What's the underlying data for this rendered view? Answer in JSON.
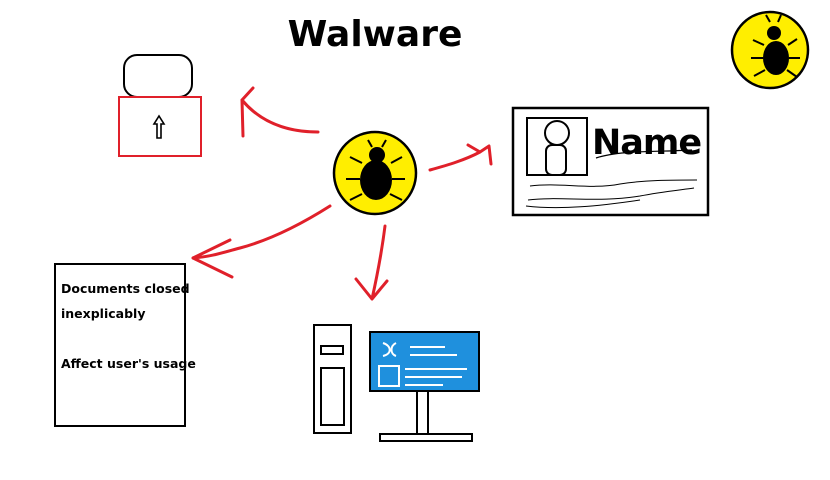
{
  "title": "Walware",
  "id_card": {
    "name_label": "Name"
  },
  "document": {
    "lines": [
      "Documents closed",
      "inexplicably",
      "Affect user's usage"
    ]
  },
  "colors": {
    "arrow": "#e0202a",
    "bug_fill": "#ffee00",
    "screen_blue": "#1f90dd",
    "lock_red": "#e0202a"
  },
  "icons": [
    "bug-icon",
    "lock-icon",
    "id-card-icon",
    "document-icon",
    "computer-icon"
  ]
}
